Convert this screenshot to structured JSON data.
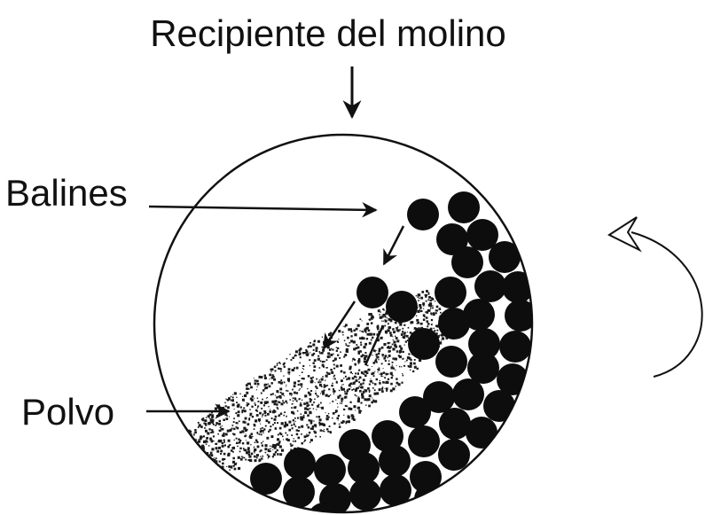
{
  "labels": {
    "container": "Recipiente del molino",
    "balls": "Balines",
    "powder": "Polvo"
  },
  "colors": {
    "ink": "#111111",
    "ball": "#0d0d0d",
    "powder": "#1a1a1a",
    "background": "#ffffff"
  },
  "icons": {
    "rotation": "counterclockwise-rotation-arrow-icon"
  }
}
